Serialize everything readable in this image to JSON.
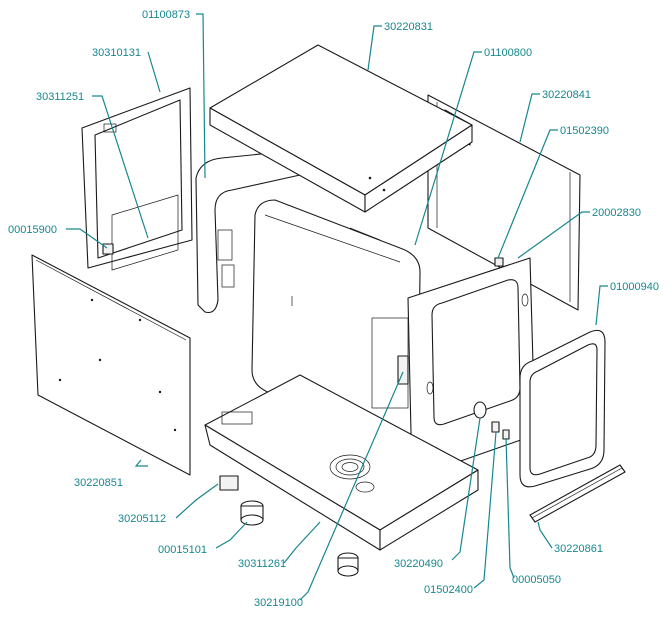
{
  "colors": {
    "accent": "#17878f",
    "line": "#1a1a1a",
    "background": "#ffffff"
  },
  "labels": {
    "p01100873": "01100873",
    "p30220831": "30220831",
    "p30310131": "30310131",
    "p01100800": "01100800",
    "p30311251": "30311251",
    "p30220841": "30220841",
    "p01502390": "01502390",
    "p20002830": "20002830",
    "p00015900": "00015900",
    "p01000940": "01000940",
    "p30220851": "30220851",
    "p30205112": "30205112",
    "p00015101": "00015101",
    "p30311261": "30311261",
    "p30220490": "30220490",
    "p30220861": "30220861",
    "p01502400": "01502400",
    "p00005050": "00005050",
    "p30219100": "30219100"
  }
}
